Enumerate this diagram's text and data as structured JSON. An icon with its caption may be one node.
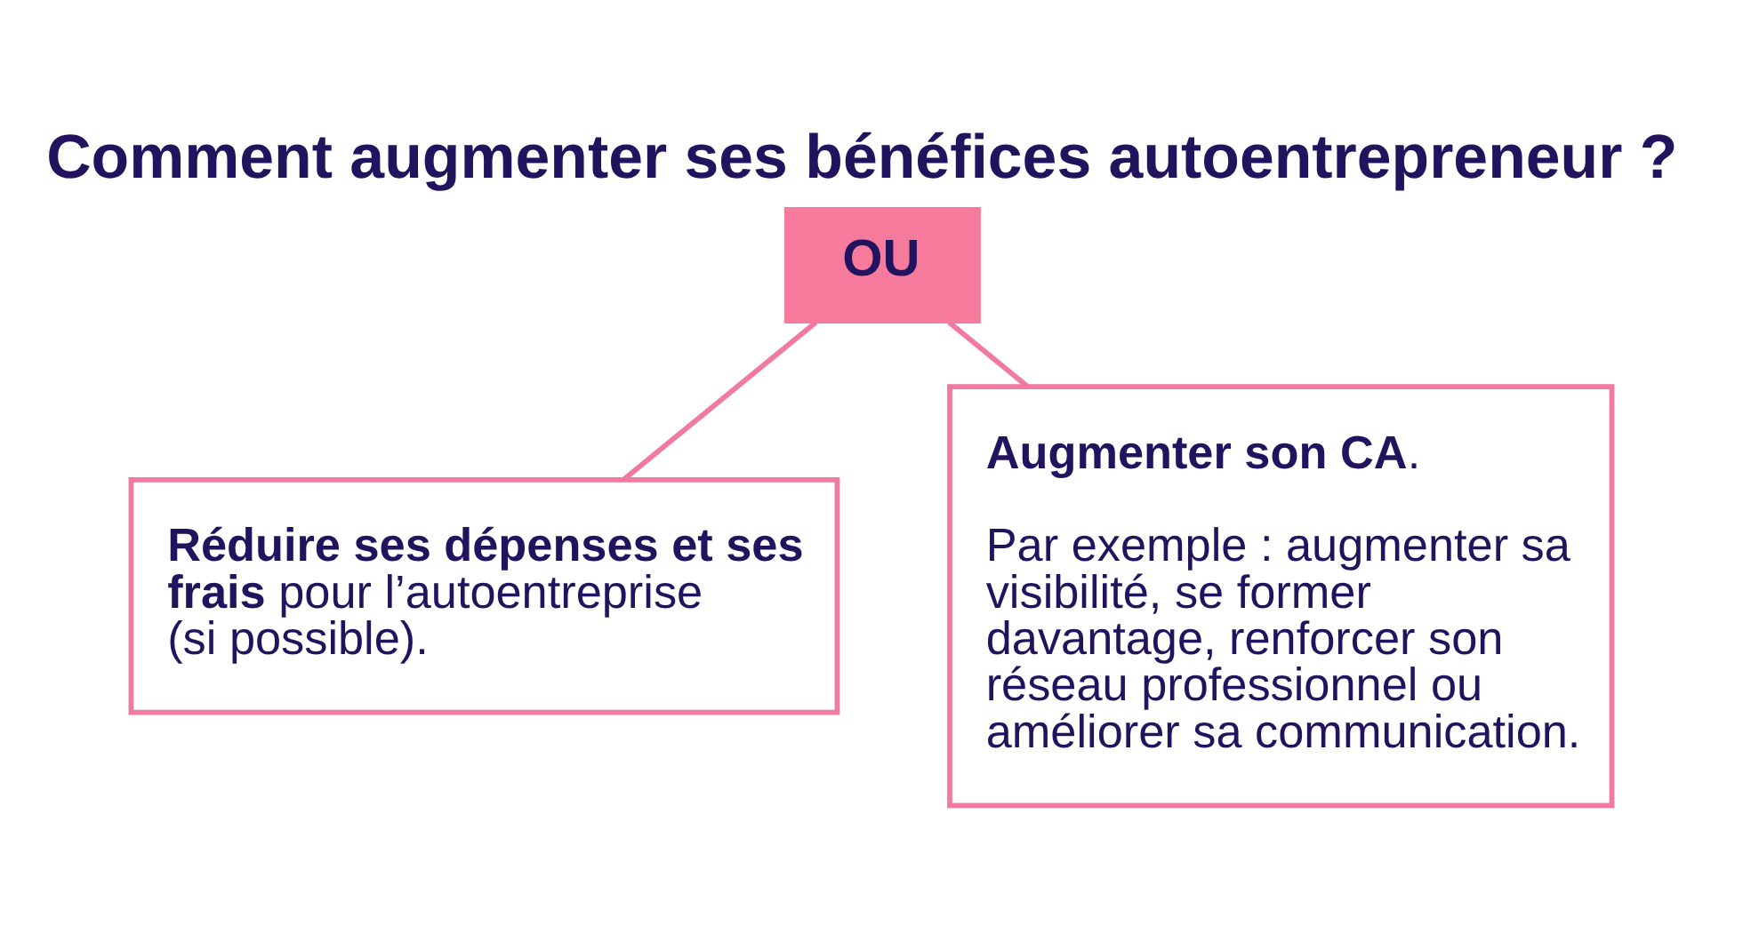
{
  "diagram": {
    "title": "Comment augmenter ses bénéfices autoentrepreneur ?",
    "nodes": [
      {
        "text": [
          "OU"
        ]
      },
      {
        "text": [
          "**Réduire ses dépenses et ses frais** pour l’autoentreprise (si possible)."
        ]
      },
      {
        "text": [
          "**Augmenter son CA**.",
          "Par exemple : augmenter sa visibilité, se former davantage, renforcer son réseau professionnel ou améliorer sa communication."
        ]
      }
    ],
    "edges": [
      {
        "from": 0,
        "to": 1,
        "arrow": "none"
      },
      {
        "from": 0,
        "to": 2,
        "arrow": "none"
      }
    ]
  }
}
